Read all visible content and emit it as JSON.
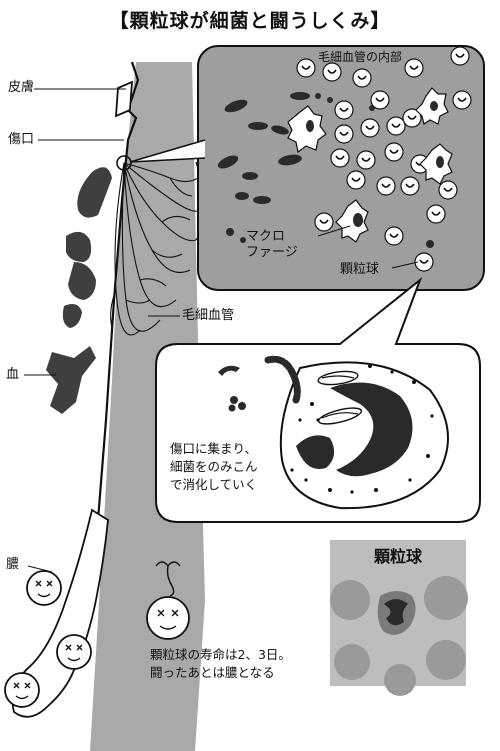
{
  "title": "【顆粒球が細菌と闘うしくみ】",
  "labels": {
    "skin": "皮膚",
    "wound": "傷口",
    "blood": "血",
    "pus": "膿",
    "capillary": "毛細血管",
    "capillary_inside": "毛細血管の内部",
    "macrophage_line1": "マクロ",
    "macrophage_line2": "ファージ",
    "granulocyte": "顆粒球",
    "photo_title": "顆粒球"
  },
  "captions": {
    "bubble_line1": "傷口に集まり、",
    "bubble_line2": "細菌をのみこん",
    "bubble_line3": "で消化していく",
    "lifespan_line1": "顆粒球の寿命は2、3日。",
    "lifespan_line2": "闘ったあとは膿となる"
  },
  "colors": {
    "tissue": "#a9a9a9",
    "blood": "#3f3f3f",
    "inset": "#9e9e9e",
    "ink": "#111111",
    "photo_bg": "#bdbdbd"
  }
}
